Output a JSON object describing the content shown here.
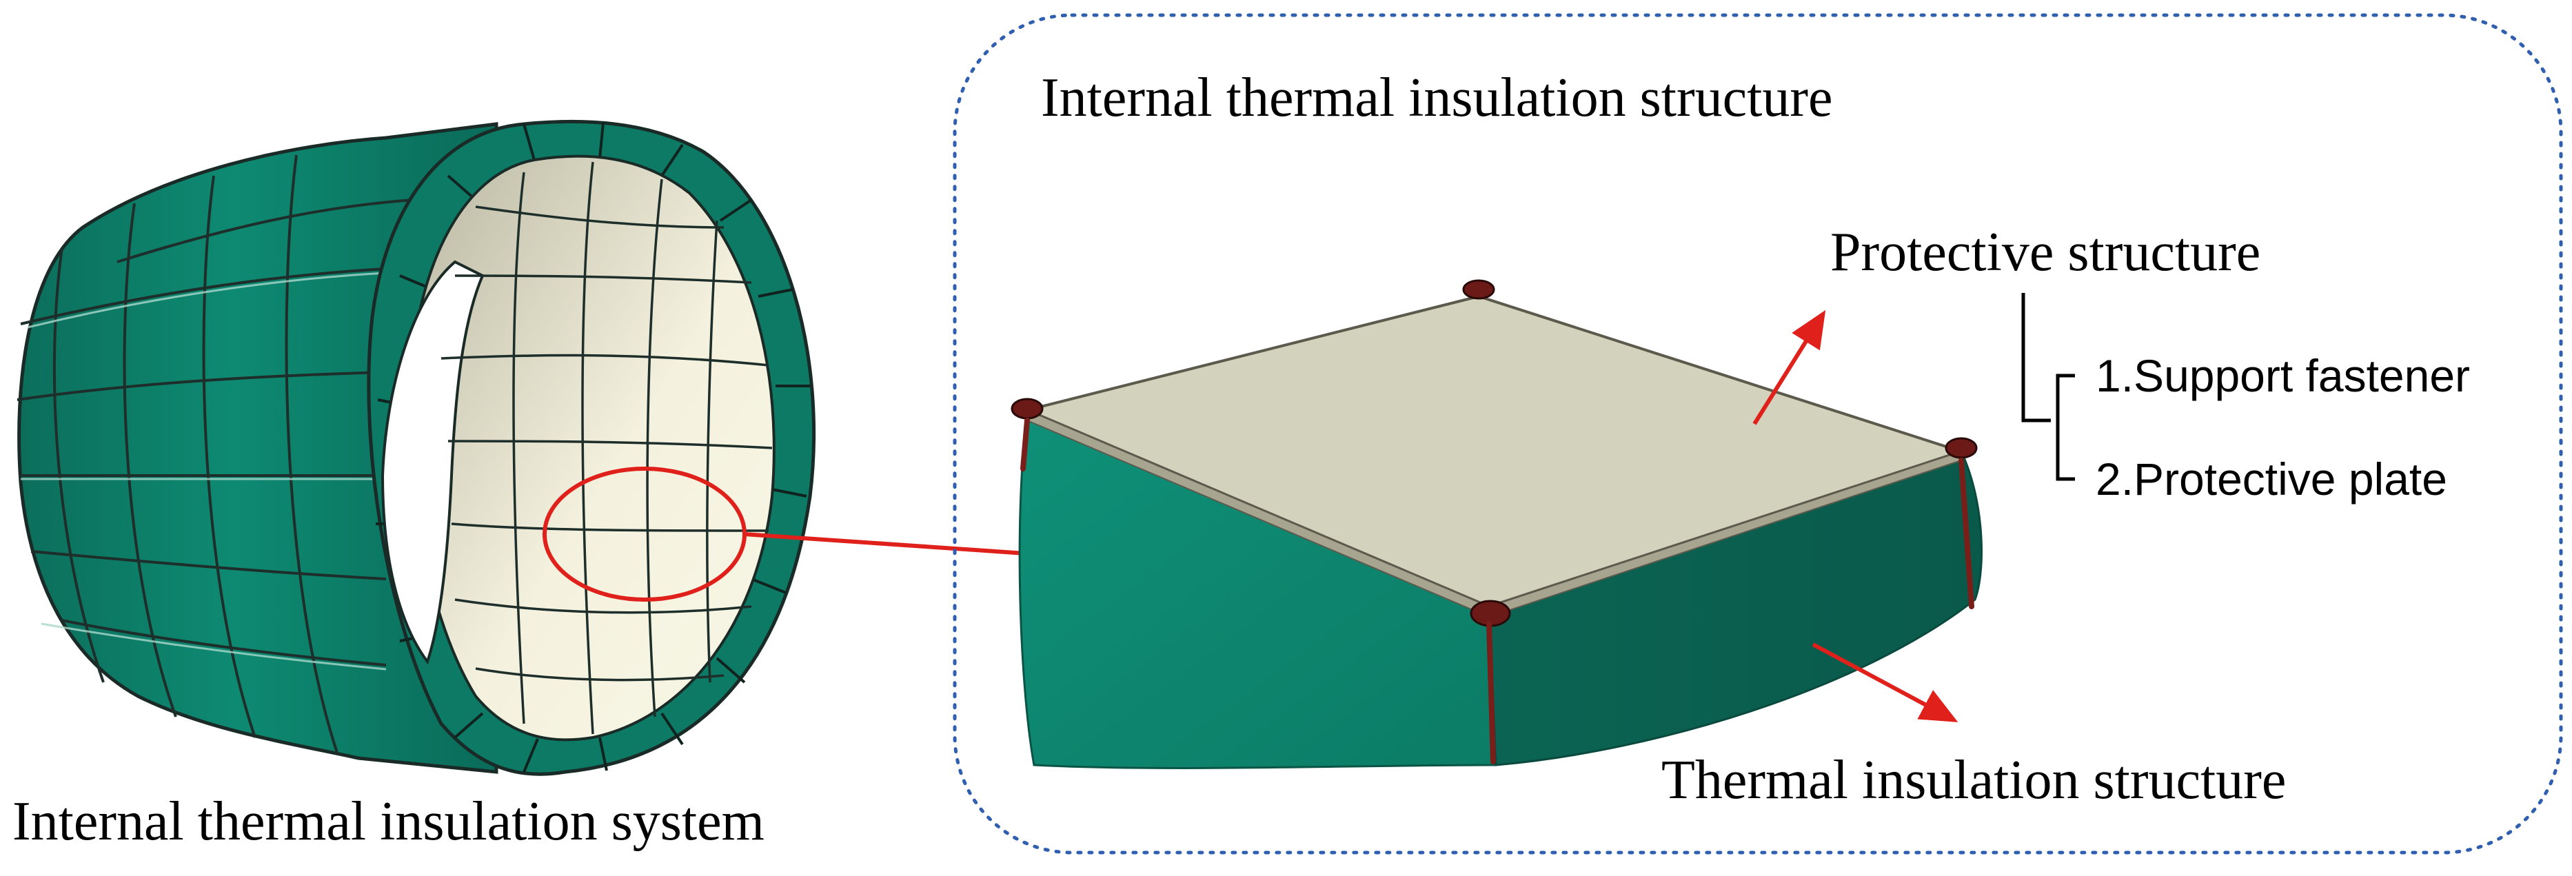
{
  "labels": {
    "system_caption": "Internal thermal insulation system",
    "structure_title": "Internal thermal insulation structure",
    "protective_structure": "Protective structure",
    "support_fastener": "1.Support fastener",
    "protective_plate": "2.Protective plate",
    "insulation_structure": "Thermal insulation structure"
  },
  "colors": {
    "teal": "#0e8a72",
    "teal_dark": "#0a5f4e",
    "inner_panel": "#e8e6cf",
    "top_plate": "#d3d2bd",
    "arrow": "#e0201b",
    "frame_dash": "#2f5fae",
    "fastener": "#6b1a17"
  }
}
